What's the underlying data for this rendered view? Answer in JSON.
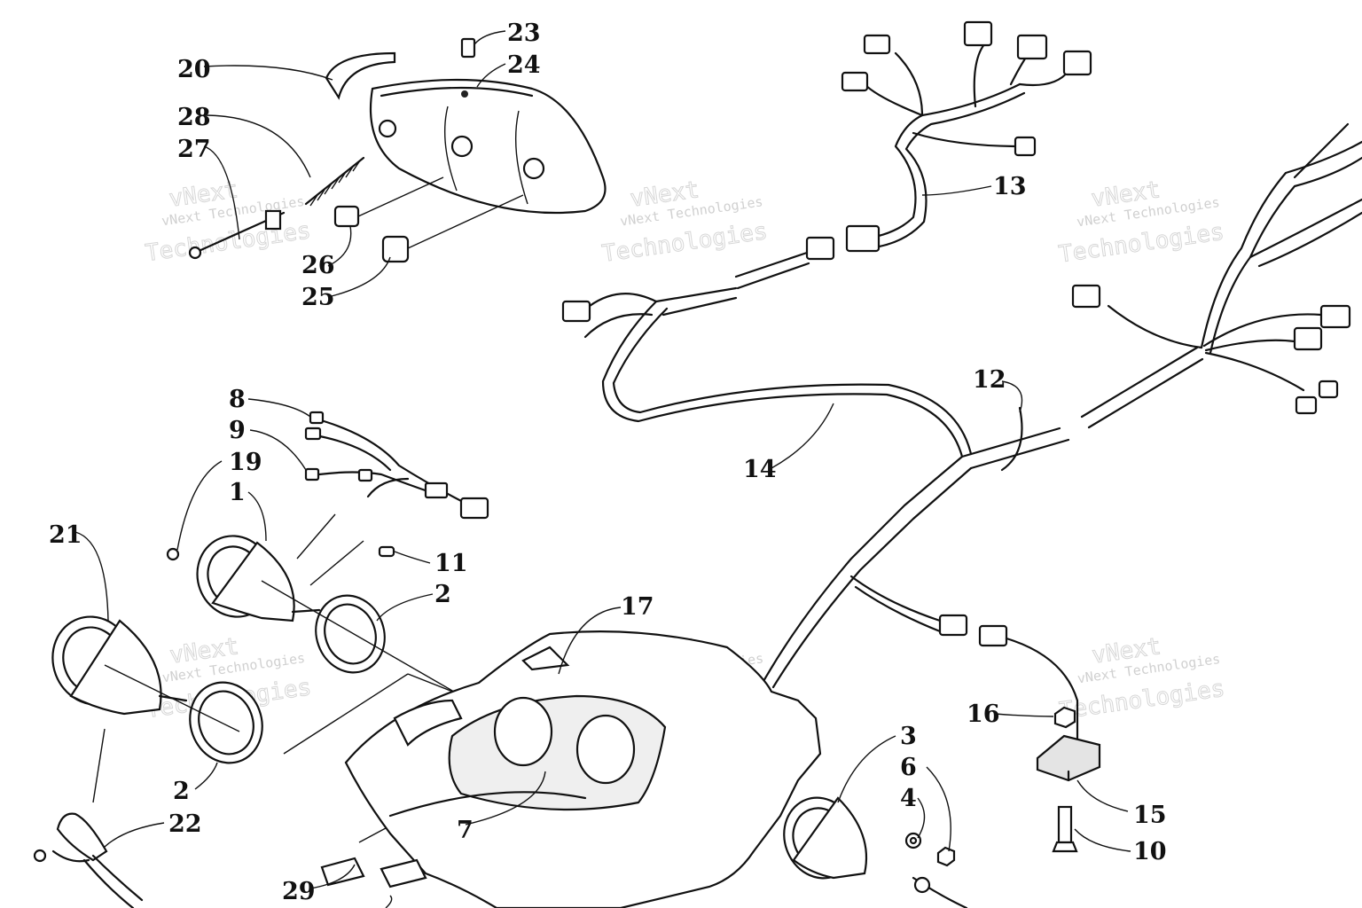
{
  "watermark": {
    "line1": "vNext",
    "line2": "vNext Technologies",
    "line3": "Technologies"
  },
  "callouts": {
    "c1": "1",
    "c2a": "2",
    "c2b": "2",
    "c3": "3",
    "c4": "4",
    "c6": "6",
    "c7": "7",
    "c8": "8",
    "c9": "9",
    "c10": "10",
    "c11": "11",
    "c12": "12",
    "c13": "13",
    "c14": "14",
    "c15": "15",
    "c16": "16",
    "c17": "17",
    "c19": "19",
    "c20": "20",
    "c21": "21",
    "c22": "22",
    "c23": "23",
    "c24": "24",
    "c25": "25",
    "c26": "26",
    "c27": "27",
    "c28": "28",
    "c29": "29"
  }
}
